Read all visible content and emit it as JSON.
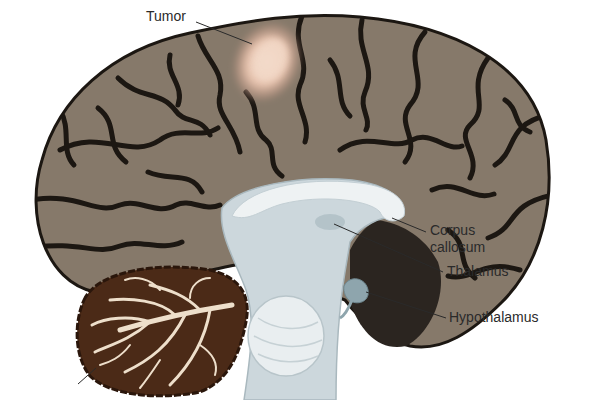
{
  "diagram": {
    "labels": [
      "Tumor",
      "Corpus callosum",
      "Thalamus",
      "Hypothalamus"
    ]
  }
}
